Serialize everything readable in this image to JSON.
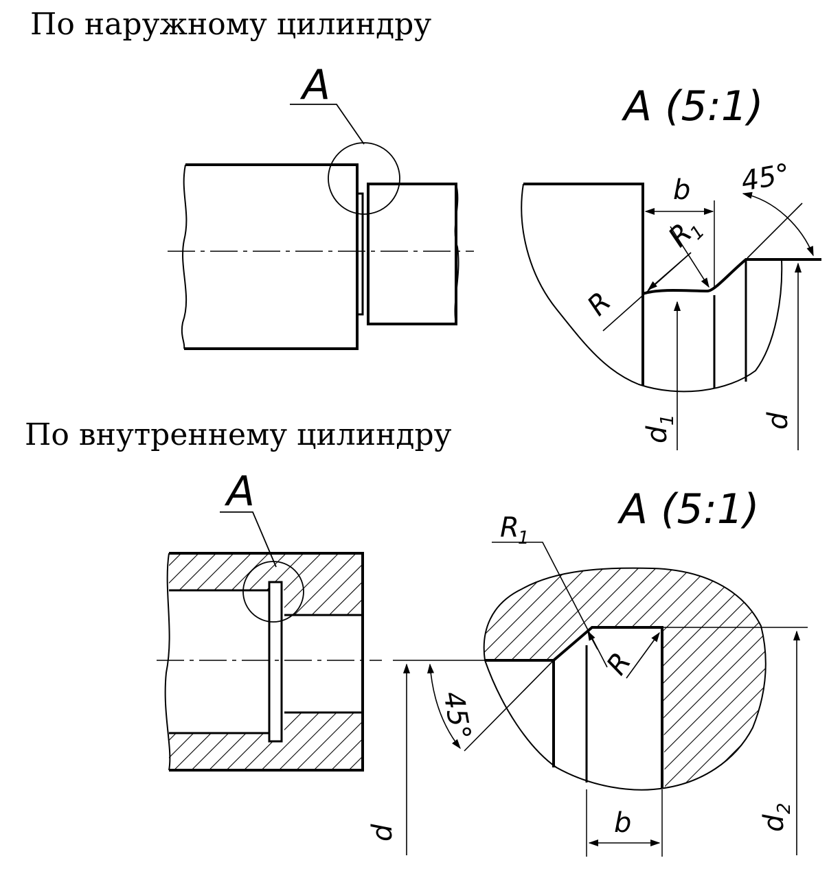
{
  "headings": {
    "outer": "По наружному цилиндру",
    "inner": "По внутреннему цилиндру"
  },
  "labels": {
    "view_letter": "A",
    "detail_title": "A (5:1)",
    "b": "b",
    "angle": "45°",
    "R": "R",
    "R1_base": "R",
    "R1_sub": "1",
    "d": "d",
    "d1_base": "d",
    "d1_sub": "1",
    "d2_base": "d",
    "d2_sub": "2"
  },
  "colors": {
    "ink": "#000000",
    "paper": "#ffffff"
  }
}
